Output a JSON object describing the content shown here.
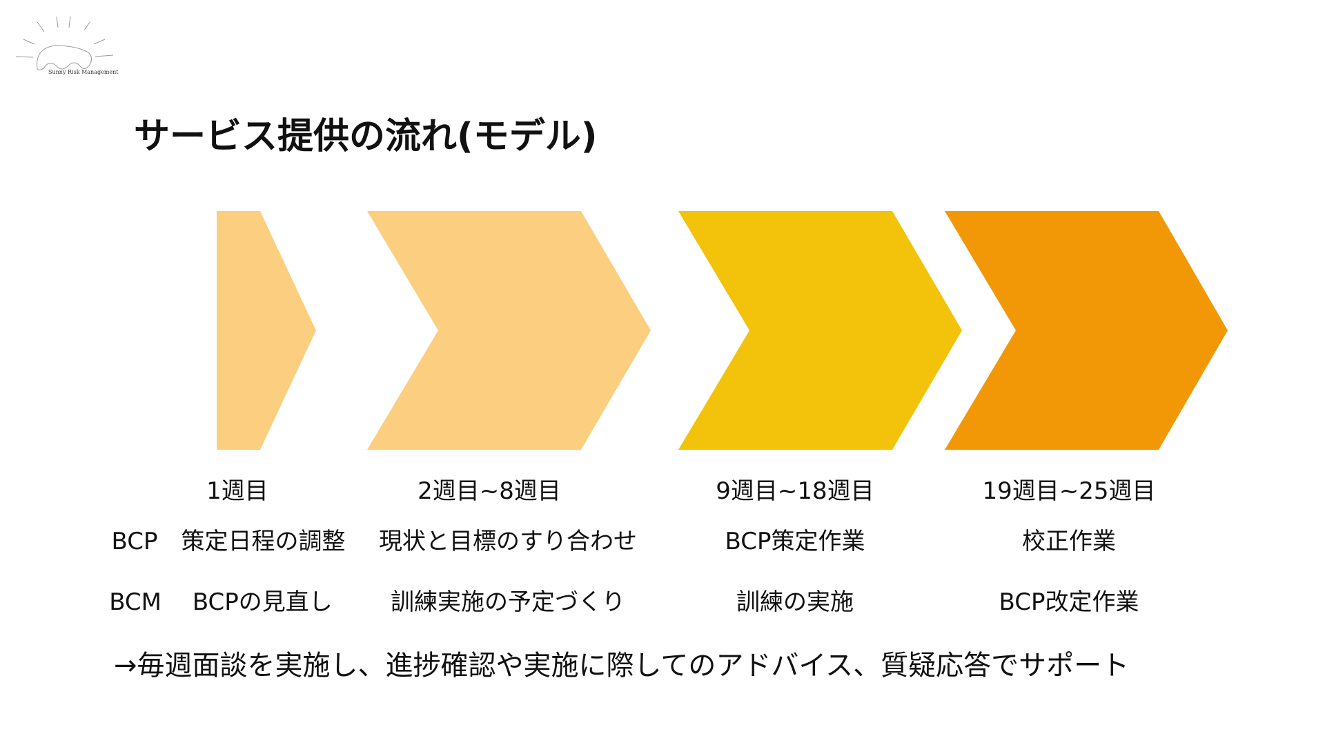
{
  "logo": {
    "text": "Sunny Risk Management"
  },
  "title": "サービス提供の流れ(モデル)",
  "colors": {
    "phase1": "#FBCF7F",
    "phase2": "#FBCF7F",
    "phase3": "#F3C30B",
    "phase4": "#F29806"
  },
  "phases": [
    {
      "period": "1週目",
      "bcp": "BCP　策定日程の調整",
      "bcm": "BCM　 BCPの見直し"
    },
    {
      "period": "2週目~8週目",
      "bcp": "現状と目標のすり合わせ",
      "bcm": "訓練実施の予定づくり"
    },
    {
      "period": "9週目~18週目",
      "bcp": "BCP策定作業",
      "bcm": "訓練の実施"
    },
    {
      "period": "19週目~25週目",
      "bcp": "校正作業",
      "bcm": "BCP改定作業"
    }
  ],
  "note": "→毎週面談を実施し、進捗確認や実施に際してのアドバイス、質疑応答でサポート"
}
